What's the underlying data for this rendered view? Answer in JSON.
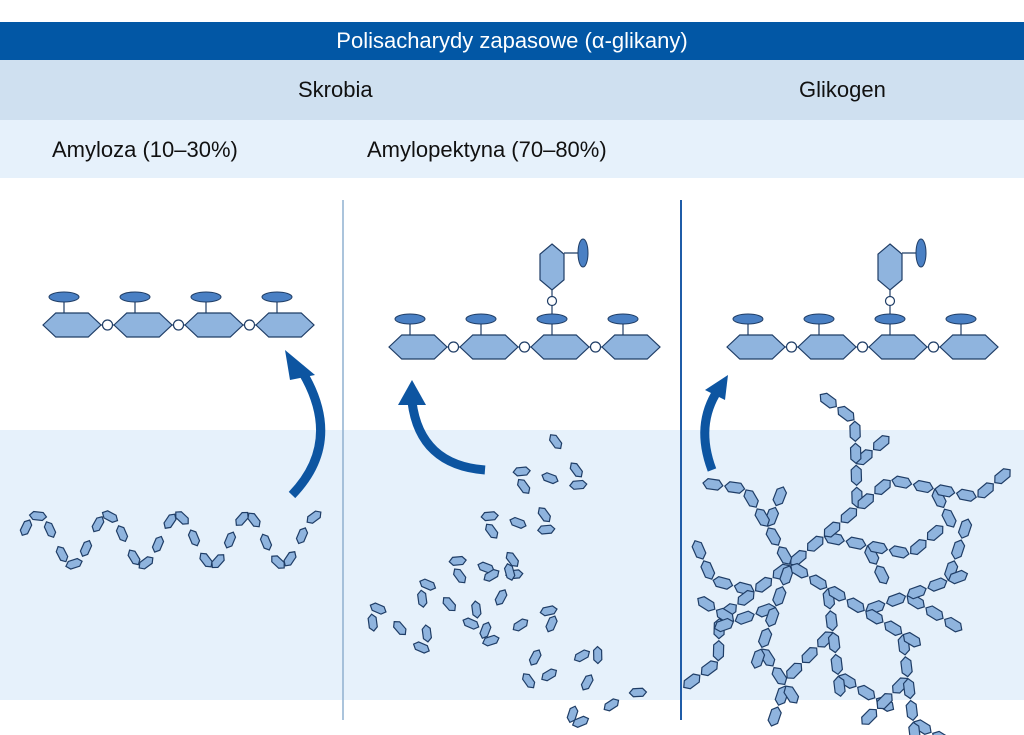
{
  "title": "Polisacharydy zapasowe (α-glikany)",
  "groups": {
    "starch": "Skrobia",
    "glycogen": "Glikogen"
  },
  "components": {
    "amylose": "Amyloza (10–30%)",
    "amylopectin": "Amylopektyna (70–80%)"
  },
  "colors": {
    "header": "#0257a5",
    "row2": "#cfe0f0",
    "row3": "#e6f1fb",
    "unit_fill": "#8fb4de",
    "unit_stroke": "#1f3d66",
    "cap_fill": "#4a80c4",
    "arrow": "#0d55a1"
  }
}
